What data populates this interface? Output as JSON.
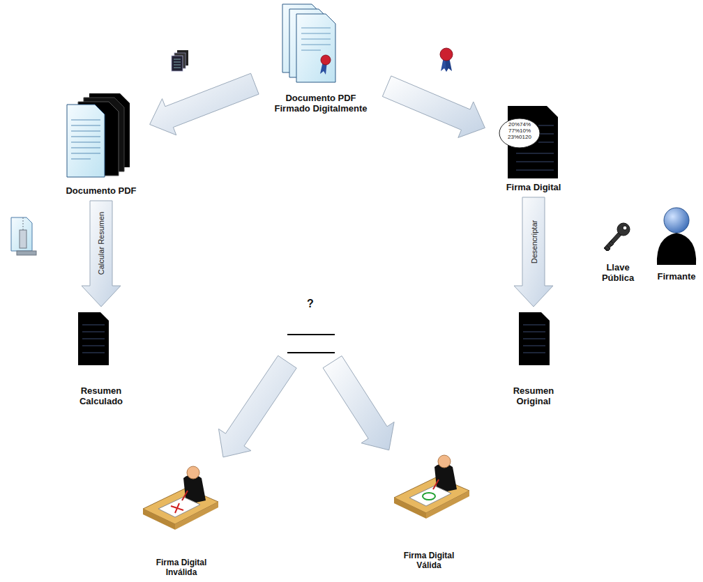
{
  "diagram": {
    "nodes": [
      {
        "text": [
          "Documento PDF Firmado Digitalmente"
        ]
      },
      {
        "text": [
          "Documento PDF"
        ]
      },
      {
        "text": [
          "Firma Digital"
        ]
      },
      {
        "text": [
          "Llave Pública"
        ]
      },
      {
        "text": [
          "Firmante"
        ]
      },
      {
        "text": [
          "?"
        ]
      },
      {
        "text": [
          "Resumen Calculado"
        ]
      },
      {
        "text": [
          "Resumen Original"
        ]
      },
      {
        "text": [
          "Firma Digital Inválida"
        ]
      },
      {
        "text": [
          "Firma Digital Válida"
        ]
      }
    ],
    "edges": [
      {
        "from": 0,
        "to": 1,
        "arrow": "to"
      },
      {
        "from": 0,
        "to": 2,
        "arrow": "to"
      },
      {
        "from": 1,
        "to": 6,
        "label": "Calcular Resumen",
        "arrow": "to"
      },
      {
        "from": 2,
        "to": 7,
        "label": "Desencriptar",
        "arrow": "to"
      },
      {
        "from": 5,
        "to": 8,
        "arrow": "to"
      },
      {
        "from": 5,
        "to": 9,
        "arrow": "to"
      }
    ],
    "labels": [
      "20%74%",
      "77%10%",
      "23%0120"
    ]
  }
}
